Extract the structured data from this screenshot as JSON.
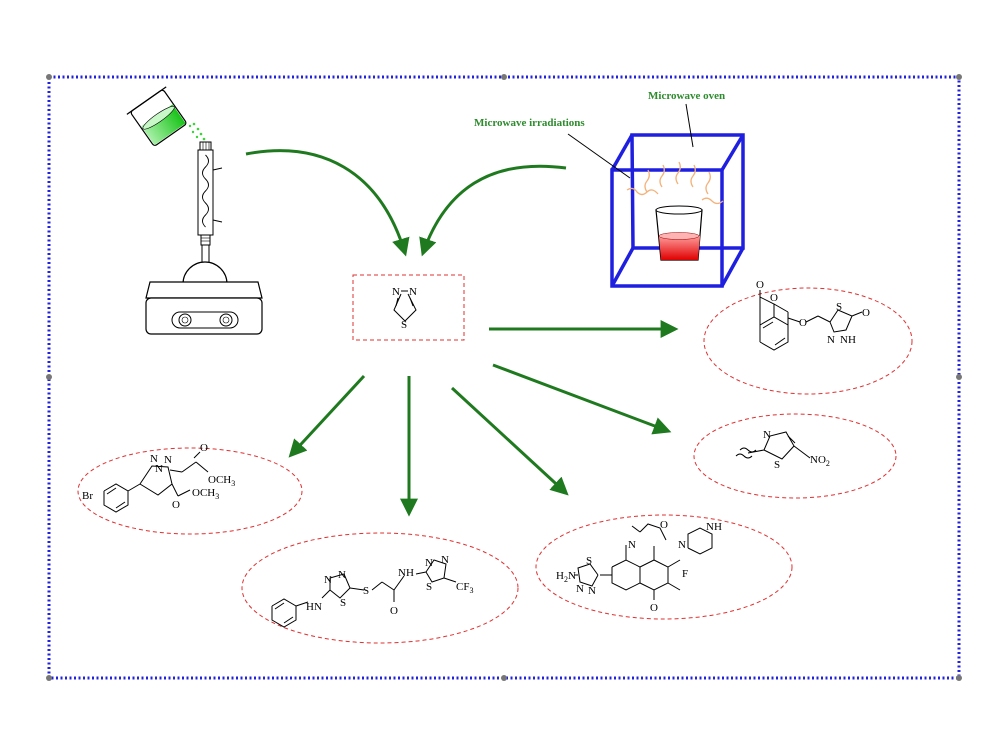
{
  "labels": {
    "microwave_oven": "Microwave oven",
    "microwave_irradiations": "Microwave irradiations"
  },
  "core": {
    "n1": "N",
    "n2": "N",
    "s": "S"
  },
  "coumarin": {
    "o_carbonyl": "O",
    "o_ring": "O",
    "o_ether": "O",
    "s": "S",
    "n": "N",
    "nh": "NH",
    "o_exo": "O"
  },
  "triazole": {
    "br": "Br",
    "n1": "N",
    "n2": "N",
    "n3": "N",
    "ome1": "OCH",
    "ome1_sub": "3",
    "o1": "O",
    "o2": "O",
    "ome2": "OCH",
    "ome2_sub": "3"
  },
  "thiadiazole_amide": {
    "nh1": "HN",
    "n1": "N",
    "n2": "N",
    "s1": "S",
    "s_link": "S",
    "o": "O",
    "nh2": "NH",
    "n3": "N",
    "n4": "N",
    "s2": "S",
    "cf": "CF",
    "cf_sub": "3"
  },
  "quinolone": {
    "o_ring": "O",
    "n_ring": "N",
    "nh": "NH",
    "n_pip": "N",
    "f": "F",
    "o_keto": "O",
    "s": "S",
    "n1": "N",
    "n2": "N",
    "h2n": "H",
    "h2n_sub": "2",
    "h2n_n": "N"
  },
  "nitrothiazole": {
    "n": "N",
    "s": "S",
    "no": "NO",
    "no_sub": "2"
  }
}
